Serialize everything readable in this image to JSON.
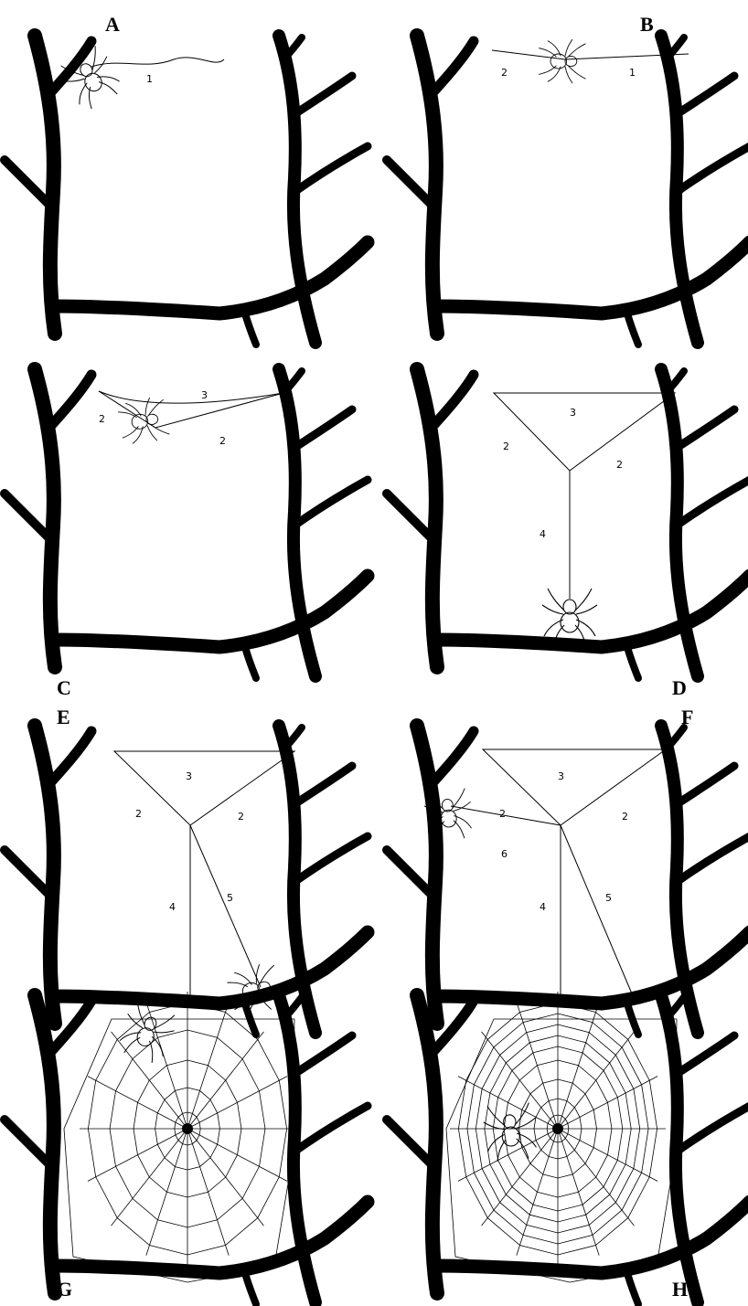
{
  "figure": {
    "panels": [
      {
        "id": "A",
        "label": "A",
        "threads": [
          "1"
        ]
      },
      {
        "id": "B",
        "label": "B",
        "threads": [
          "2",
          "1"
        ]
      },
      {
        "id": "C",
        "label": "C",
        "threads": [
          "2",
          "3",
          "2"
        ]
      },
      {
        "id": "D",
        "label": "D",
        "threads": [
          "3",
          "2",
          "2",
          "4"
        ]
      },
      {
        "id": "E",
        "label": "E",
        "threads": [
          "3",
          "2",
          "2",
          "4",
          "5"
        ]
      },
      {
        "id": "F",
        "label": "F",
        "threads": [
          "3",
          "2",
          "2",
          "6",
          "4",
          "5"
        ]
      },
      {
        "id": "G",
        "label": "G",
        "threads": []
      },
      {
        "id": "H",
        "label": "H",
        "threads": []
      }
    ],
    "colors": {
      "ink": "#000000",
      "background": "#ffffff"
    }
  }
}
